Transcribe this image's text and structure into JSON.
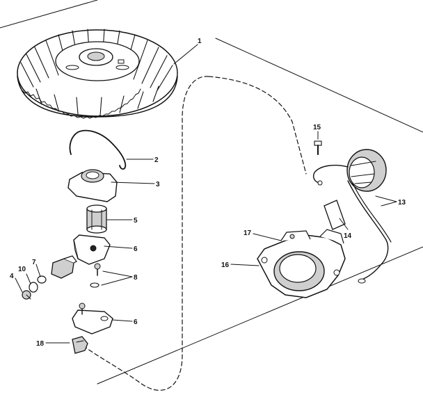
{
  "diagram": {
    "callouts": [
      {
        "id": "c1",
        "text": "1"
      },
      {
        "id": "c2",
        "text": "2"
      },
      {
        "id": "c3",
        "text": "3"
      },
      {
        "id": "c5",
        "text": "5"
      },
      {
        "id": "c6a",
        "text": "6"
      },
      {
        "id": "c8",
        "text": "8"
      },
      {
        "id": "c6b",
        "text": "6"
      },
      {
        "id": "c18",
        "text": "18"
      },
      {
        "id": "c7",
        "text": "7"
      },
      {
        "id": "c10",
        "text": "10"
      },
      {
        "id": "c4",
        "text": "4"
      },
      {
        "id": "c15",
        "text": "15"
      },
      {
        "id": "c13",
        "text": "13"
      },
      {
        "id": "c14",
        "text": "14"
      },
      {
        "id": "c17",
        "text": "17"
      },
      {
        "id": "c16",
        "text": "16"
      }
    ]
  }
}
